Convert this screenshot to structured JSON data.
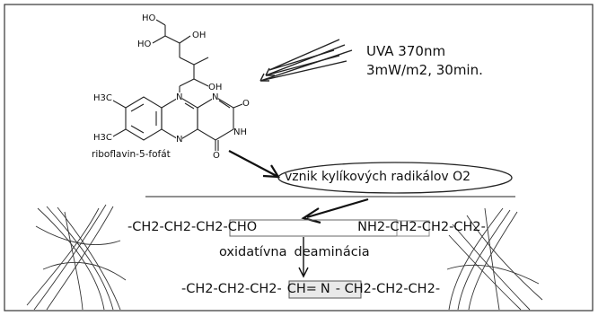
{
  "uva": {
    "line1": "UVA 370nm",
    "line2": "3mW/m2, 30min."
  },
  "molecule": {
    "name": "riboflavin-5-fofát",
    "labels": {
      "ho_top": "HO",
      "ho_mid": "HO",
      "oh_right": "OH",
      "oh_low": "OH",
      "h3c_top": "H3C",
      "h3c_bot": "H3C",
      "n1": "N",
      "n2": "N",
      "n3": "N",
      "o1": "O",
      "nh": "NH",
      "o2": "O"
    }
  },
  "radicals": {
    "label": "vznik kylíkových radikálov O2"
  },
  "reaction": {
    "top_left": "-CH2-CH2-CH2-",
    "top_cho": "CHO",
    "top_nh2": "NH2",
    "top_right": "-CH2-CH2-CH2-",
    "process_pre": "oxidatívna",
    "process_post": "deaminácia",
    "bot_left": "-CH2-CH2-CH2-",
    "bot_ch": "CH",
    "bot_eq": "=",
    "bot_n": "N",
    "bot_right": "- CH2-CH2-CH2-"
  }
}
